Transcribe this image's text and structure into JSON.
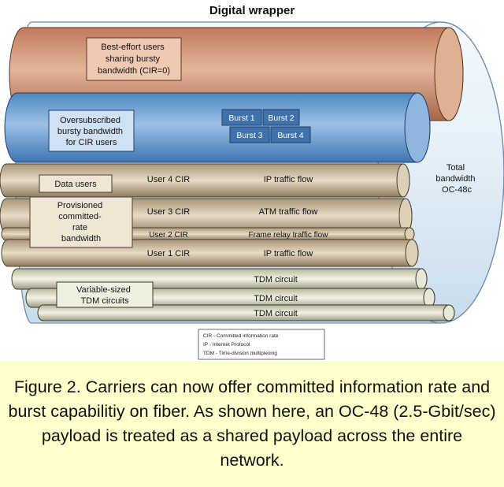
{
  "title": "Digital wrapper",
  "tubes": {
    "best_effort": "Best-effort users sharing bursty bandwidth (CIR=0)",
    "best_effort_lines": [
      "Best-effort users",
      "sharing bursty",
      "bandwidth (CIR=0)"
    ],
    "oversubscribed_lines": [
      "Oversubscribed",
      "bursty bandwidth",
      "for CIR users"
    ],
    "bursts": [
      "Burst 1",
      "Burst 2",
      "Burst 3",
      "Burst 4"
    ]
  },
  "data_users": {
    "header": "Data users",
    "provisioned_lines": [
      "Provisioned",
      "committed-",
      "rate",
      "bandwidth"
    ]
  },
  "flows": [
    {
      "user": "User 4 CIR",
      "flow": "IP traffic flow"
    },
    {
      "user": "User 3 CIR",
      "flow": "ATM traffic flow"
    },
    {
      "user": "User 2 CIR",
      "flow": "Frame relay traffic flow"
    },
    {
      "user": "User 1 CIR",
      "flow": "IP traffic flow"
    }
  ],
  "tdm": {
    "label_lines": [
      "Variable-sized",
      "TDM circuits"
    ],
    "circuits": [
      "TDM circuit",
      "TDM circuit",
      "TDM circuit"
    ]
  },
  "total_lines": [
    "Total",
    "bandwidth",
    "OC-48c"
  ],
  "legend": [
    "CIR - Committed information rate",
    "IP - Internet Protocol",
    "TDM - Time-division multiplexing"
  ],
  "caption": "Figure 2. Carriers can now offer committed information rate and burst capabilitiy on fiber. As shown here, an OC-48 (2.5-Gbit/sec) payload is treated as a shared payload across the entire network.",
  "colors": {
    "outer_tube": "#e2eef7",
    "best_effort_tube": "#d4987a",
    "oversubscribed_tube": "#6c9fd4",
    "burst_box": "#3f72ad",
    "data_tube": "#cbbb9f",
    "tdm_tube": "#dcdcc4",
    "caption_bg": "#ffffcc"
  }
}
